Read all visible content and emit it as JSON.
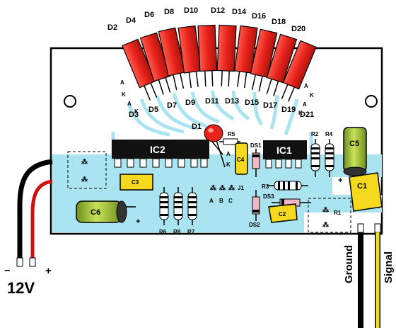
{
  "leds_top": [
    "D2",
    "D4",
    "D6",
    "D8",
    "D10",
    "D12",
    "D14",
    "D16",
    "D18",
    "D20"
  ],
  "leds_bottom": [
    "D3",
    "D5",
    "D7",
    "D9",
    "D11",
    "D13",
    "D15",
    "D17",
    "D19",
    "D21"
  ],
  "pin_a": "A",
  "pin_k": "K",
  "ics": {
    "ic1": "IC1",
    "ic2": "IC2"
  },
  "d1": "D1",
  "caps": {
    "c1": "C1",
    "c2": "C2",
    "c3": "C3",
    "c4": "C4",
    "c5": "C5",
    "c6": "C6"
  },
  "resistors": {
    "r1": "R1",
    "r2": "R2",
    "r3": "R3",
    "r4": "R4",
    "r5": "R5",
    "r6": "R6",
    "r7": "R7",
    "r8": "R8"
  },
  "diodes": {
    "ds1": "DS1",
    "ds2": "DS2",
    "ds3": "DS3"
  },
  "jumper": {
    "label": "J1",
    "a": "A",
    "b": "B",
    "c": "C"
  },
  "power": {
    "voltage": "12V",
    "minus": "–",
    "plus": "+"
  },
  "outputs": {
    "ground": "Ground",
    "signal": "Signal"
  },
  "colors": {
    "board": "#ffffff",
    "trace": "#a9e4f0",
    "led": "#e8231c",
    "capacitor": "#f5d91e",
    "electrolytic": "#a6c739",
    "ic_body": "#111111"
  }
}
